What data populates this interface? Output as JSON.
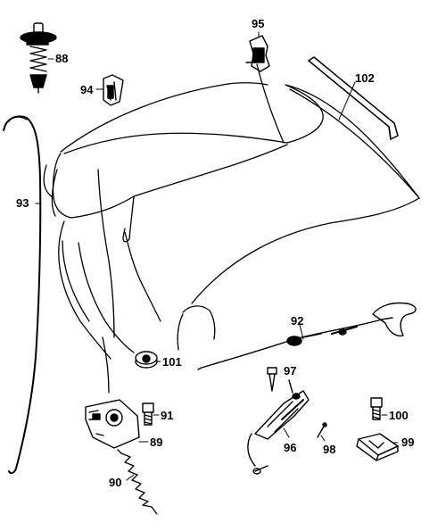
{
  "figure": {
    "callouts": [
      {
        "id": "88",
        "label": "88"
      },
      {
        "id": "89",
        "label": "89"
      },
      {
        "id": "90",
        "label": "90"
      },
      {
        "id": "91",
        "label": "91"
      },
      {
        "id": "92",
        "label": "92"
      },
      {
        "id": "93",
        "label": "93"
      },
      {
        "id": "94",
        "label": "94"
      },
      {
        "id": "95",
        "label": "95"
      },
      {
        "id": "96",
        "label": "96"
      },
      {
        "id": "97",
        "label": "97"
      },
      {
        "id": "98",
        "label": "98"
      },
      {
        "id": "99",
        "label": "99"
      },
      {
        "id": "100",
        "label": "100"
      },
      {
        "id": "101",
        "label": "101"
      },
      {
        "id": "102",
        "label": "102"
      }
    ]
  }
}
